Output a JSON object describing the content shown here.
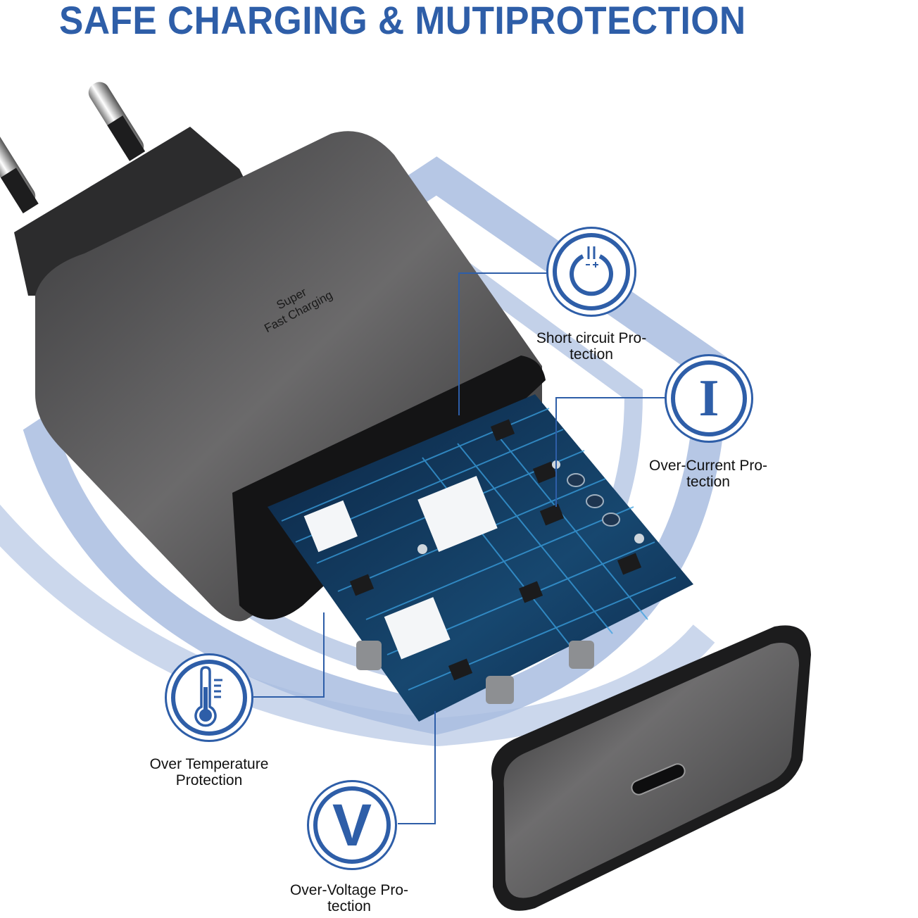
{
  "header": {
    "title": "SAFE CHARGING & MUTIPROTECTION"
  },
  "product": {
    "name": "EU plug USB-C wall charger",
    "printed_text_line1": "Super",
    "printed_text_line2": "Fast Charging",
    "port": "usb-c-port"
  },
  "features": [
    {
      "id": "short-circuit",
      "icon": "power-icon",
      "line1": "Short circuit Pro-",
      "line2": "tection"
    },
    {
      "id": "over-current",
      "icon": "current-I-icon",
      "glyph": "I",
      "line1": "Over-Current Pro-",
      "line2": "tection"
    },
    {
      "id": "over-temperature",
      "icon": "thermometer-icon",
      "line1": "Over Temperature",
      "line2": "Protection"
    },
    {
      "id": "over-voltage",
      "icon": "voltage-V-icon",
      "glyph": "V",
      "line1": "Over-Voltage Pro-",
      "line2": "tection"
    }
  ],
  "colors": {
    "accent": "#2e5ea8",
    "shield": "#a9bde0",
    "charger_body": "#5a5a5c",
    "pcb": "#0f2f55",
    "pcb_trace": "#3aa0e0"
  }
}
